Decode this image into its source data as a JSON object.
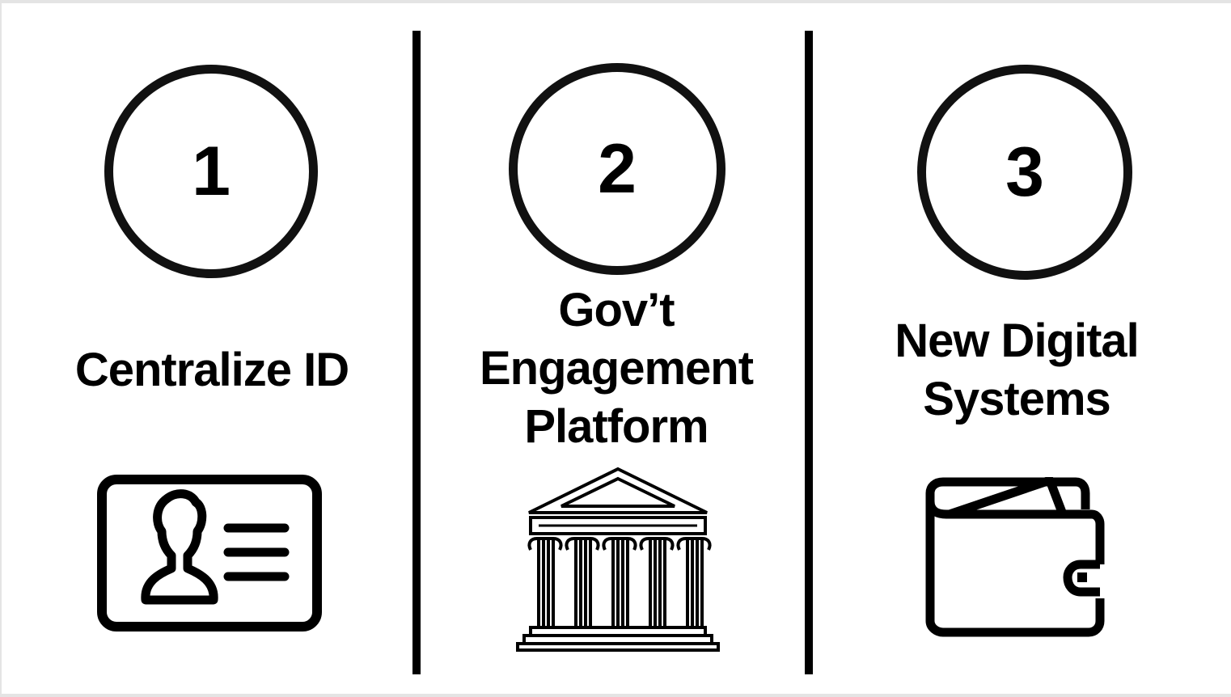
{
  "columns": [
    {
      "number": "1",
      "label": "Centralize ID",
      "icon": "id-card-icon"
    },
    {
      "number": "2",
      "label": "Gov’t Engagement Platform",
      "icon": "government-building-icon"
    },
    {
      "number": "3",
      "label": "New Digital Systems",
      "icon": "wallet-icon"
    }
  ],
  "colors": {
    "foreground": "#000000",
    "background": "#ffffff"
  }
}
